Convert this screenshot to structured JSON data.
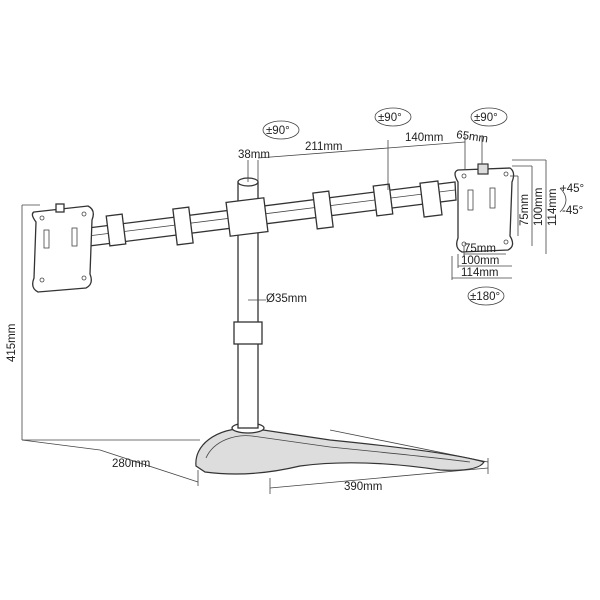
{
  "title": "Dual monitor desk stand dimension drawing",
  "labels": {
    "rot_left": "±90°",
    "rot_mid": "±90°",
    "rot_right": "±90°",
    "pole_width": "38mm",
    "arm_inner": "211mm",
    "arm_outer": "140mm",
    "plate_offset": "65mm",
    "tilt_up": "+45°",
    "tilt_down": "-45°",
    "vesa_v_75": "75mm",
    "vesa_v_100": "100mm",
    "plate_v_114": "114mm",
    "vesa_h_75": "75mm",
    "vesa_h_100": "100mm",
    "plate_h_114": "114mm",
    "swivel": "±180°",
    "pole_diameter": "Ø35mm",
    "height": "415mm",
    "base_depth": "280mm",
    "base_width": "390mm"
  }
}
